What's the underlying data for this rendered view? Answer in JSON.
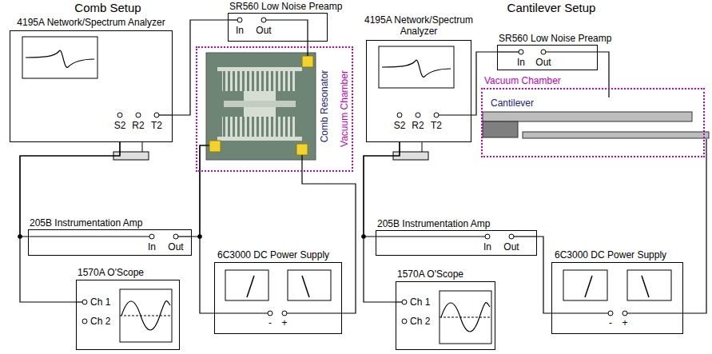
{
  "diagram": {
    "nodes": [
      {
        "text": [
          "4195A Network/Spectrum Analyzer",
          "S2",
          "R2",
          "T2"
        ]
      },
      {
        "text": [
          "SR560 Low Noise Preamp",
          "In",
          "Out"
        ]
      },
      {
        "text": [
          "205B Instrumentation Amp",
          "In",
          "Out"
        ]
      },
      {
        "text": [
          "6C3000 DC Power Supply",
          "-",
          "+"
        ]
      },
      {
        "text": [
          "1570A O'Scope",
          "Ch 1",
          "Ch 2"
        ]
      },
      {
        "text": [
          "Vacuum Chamber"
        ]
      },
      {
        "text": [
          "Comb Resonator"
        ],
        "in": 5
      },
      {
        "text": [
          "4195A Network/Spectrum Analyzer",
          "S2",
          "R2",
          "T2"
        ]
      },
      {
        "text": [
          "SR560 Low Noise Preamp",
          "In",
          "Out"
        ]
      },
      {
        "text": [
          "Vacuum Chamber"
        ]
      },
      {
        "text": [
          "Cantilever"
        ],
        "in": 9
      },
      {
        "text": [
          "205B Instrumentation Amp",
          "In",
          "Out"
        ]
      },
      {
        "text": [
          "6C3000 DC Power Supply",
          "-",
          "+"
        ]
      },
      {
        "text": [
          "1570A O'Scope",
          "Ch 1",
          "Ch 2"
        ]
      }
    ],
    "edges": [
      {
        "from": 1,
        "to": 0,
        "arrow": "none"
      },
      {
        "from": 6,
        "to": 1,
        "arrow": "none"
      },
      {
        "from": 0,
        "to": 2,
        "arrow": "none"
      },
      {
        "from": 0,
        "to": 4,
        "arrow": "none"
      },
      {
        "from": 2,
        "to": 6,
        "arrow": "none"
      },
      {
        "from": 3,
        "to": 6,
        "arrow": "none"
      },
      {
        "from": 3,
        "to": 6,
        "arrow": "none"
      },
      {
        "from": 8,
        "to": 7,
        "arrow": "none"
      },
      {
        "from": 8,
        "to": 10,
        "arrow": "none"
      },
      {
        "from": 7,
        "to": 11,
        "arrow": "none"
      },
      {
        "from": 7,
        "to": 13,
        "arrow": "none"
      },
      {
        "from": 11,
        "to": 12,
        "arrow": "none"
      },
      {
        "from": 12,
        "to": 10,
        "arrow": "none"
      }
    ],
    "labels": [
      "Comb Setup",
      "Cantilever Setup"
    ]
  }
}
